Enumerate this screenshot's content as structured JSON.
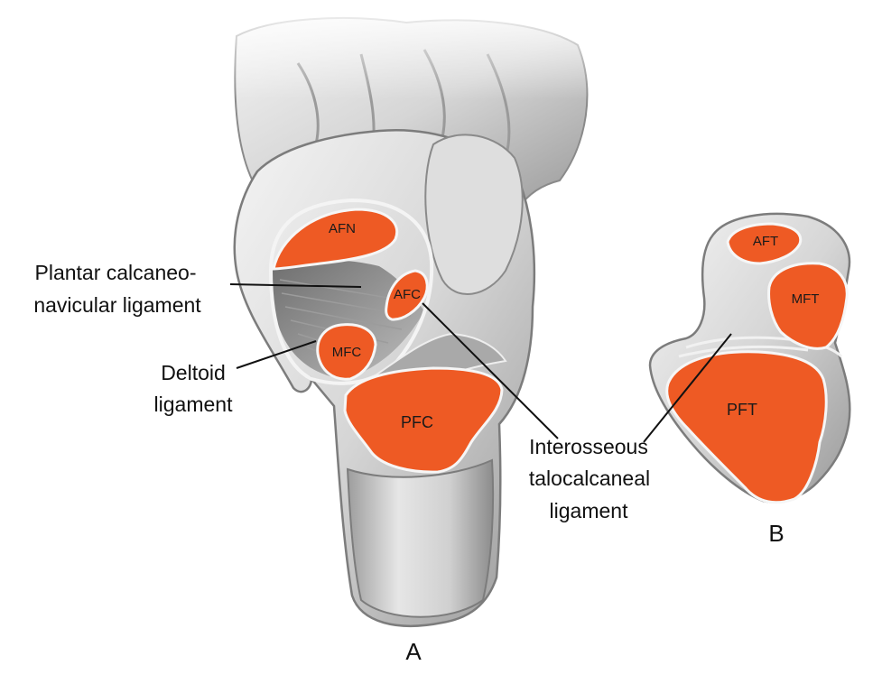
{
  "colors": {
    "facet": "#ee5a24",
    "bone_light": "#eeeeee",
    "bone_mid": "#c9c9c9",
    "bone_dark": "#7a7a7a",
    "leader": "#111111"
  },
  "panels": {
    "a": "A",
    "b": "B"
  },
  "facets": {
    "afn": "AFN",
    "afc": "AFC",
    "mfc": "MFC",
    "pfc": "PFC",
    "aft": "AFT",
    "mft": "MFT",
    "pft": "PFT"
  },
  "callouts": {
    "plantar_line1": "Plantar calcaneo-",
    "plantar_line2": "navicular ligament",
    "deltoid_line1": "Deltoid",
    "deltoid_line2": "ligament",
    "interosseous_line1": "Interosseous",
    "interosseous_line2": "talocalcaneal",
    "interosseous_line3": "ligament"
  }
}
